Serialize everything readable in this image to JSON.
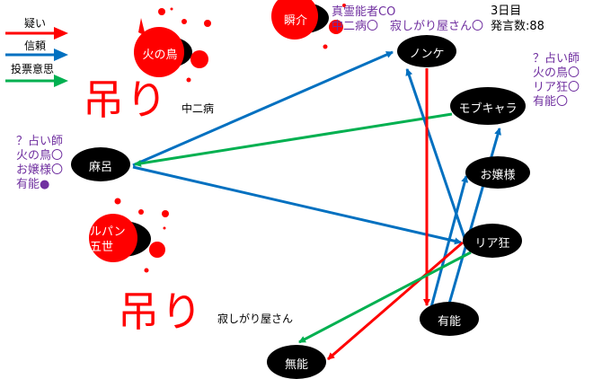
{
  "legend": [
    {
      "label": "疑い",
      "color": "#ff0000"
    },
    {
      "label": "信頼",
      "color": "#0070c0"
    },
    {
      "label": "投票意思",
      "color": "#00b050"
    }
  ],
  "info": {
    "day": "3日目",
    "posts": "発言数:88"
  },
  "nodes": {
    "shunsuke": "瞬介",
    "hinotori": "火の鳥",
    "nonke": "ノンケ",
    "mobu": "モブキャラ",
    "maro": "麻呂",
    "ojou": "お嬢様",
    "lupin1": "ルパン",
    "lupin2": "五世",
    "riakyo": "リア狂",
    "yuunou": "有能",
    "munou": "無能"
  },
  "notes": {
    "shunsuke": [
      "真霊能者CO",
      "中二病〇　寂しがり屋さん〇"
    ],
    "mobu": [
      "？占い師",
      "火の鳥〇",
      "リア狂〇",
      "有能〇"
    ],
    "maro": [
      "？占い師",
      "火の鳥〇",
      "お嬢様〇",
      "有能●"
    ]
  },
  "hanged": [
    {
      "mark": "吊り",
      "sub": "中二病"
    },
    {
      "mark": "吊り",
      "sub": "寂しがり屋さん"
    }
  ],
  "colors": {
    "suspect": "#ff0000",
    "trust": "#0070c0",
    "vote": "#00b050",
    "note": "#7030a0"
  }
}
